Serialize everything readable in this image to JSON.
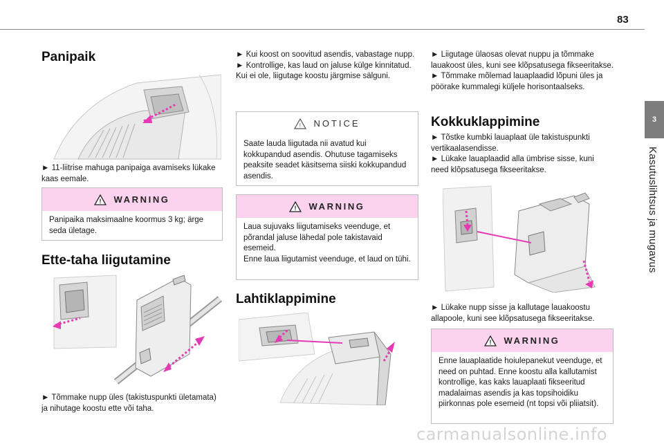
{
  "header": {
    "page_number": "83"
  },
  "side": {
    "chapter_number": "3",
    "chapter_title": "Kasutuslihtsus ja mugavus"
  },
  "col1": {
    "h_armrest": "Panipaik",
    "armrest_text": "► 11-liitrise mahuga panipaiga avamiseks lükake kaas eemale.",
    "warn1": {
      "label": "WARNING",
      "text": "Panipaika maksimaalne koormus 3 kg; ärge seda ületage."
    },
    "h_slide": "Ette-taha liigutamine",
    "slide_text": "► Tõmmake nupp üles (takistuspunkti ületamata) ja nihutage koostu ette või taha."
  },
  "col2": {
    "slide_text2": "► Kui koost on soovitud asendis, vabastage nupp.\n► Kontrollige, kas laud on jaluse külge kinnitatud. Kui ei ole, liigutage koostu järgmise sälguni.",
    "notice": {
      "label": "NOTICE",
      "text": "Saate lauda liigutada nii avatud kui kokkupandud asendis. Ohutuse tagamiseks peaksite seadet käsitsema siiski kokkupandud asendis."
    },
    "warn2": {
      "label": "WARNING",
      "text": "Laua sujuvaks liigutamiseks veenduge, et põrandal jaluse lähedal pole takistavaid esemeid.\nEnne laua liigutamist veenduge, et laud on tühi."
    },
    "h_unfold": "Lahtiklappimine"
  },
  "col3": {
    "unfold_text": "► Liigutage ülaosas olevat nuppu ja tõmmake lauakoost üles, kuni see klõpsatusega fikseeritakse.\n► Tõmmake mõlemad lauaplaadid lõpuni üles ja pöörake kummalegi küljele horisontaalseks.",
    "h_fold": "Kokkuklappimine",
    "fold_text": "► Tõstke kumbki lauaplaat üle takistuspunkti vertikaalasendisse.\n► Lükake lauaplaadid alla ümbrise sisse, kuni need klõpsatusega fikseeritakse.",
    "fold_text2": "► Lükake nupp sisse ja kallutage lauakoostu allapoole, kuni see klõpsatusega fikseeritakse.",
    "warn3": {
      "label": "WARNING",
      "text": "Enne lauaplaatide hoiulepanekut veenduge, et need on puhtad. Enne koostu alla kallutamist kontrollige, kas kaks lauaplaati fikseeritud madalaimas asendis ja kas topsihoidiku piirkonnas pole esemeid (nt topsi või pliiatsit)."
    }
  },
  "footer": {
    "watermark": "carmanualsonline.info"
  },
  "colors": {
    "warning_header": "#fbd3ee",
    "arrow_pink": "#e63ab4",
    "chapter_tab": "#7d7d7d"
  },
  "icons": [
    "warning-triangle-icon",
    "notice-triangle-icon"
  ]
}
